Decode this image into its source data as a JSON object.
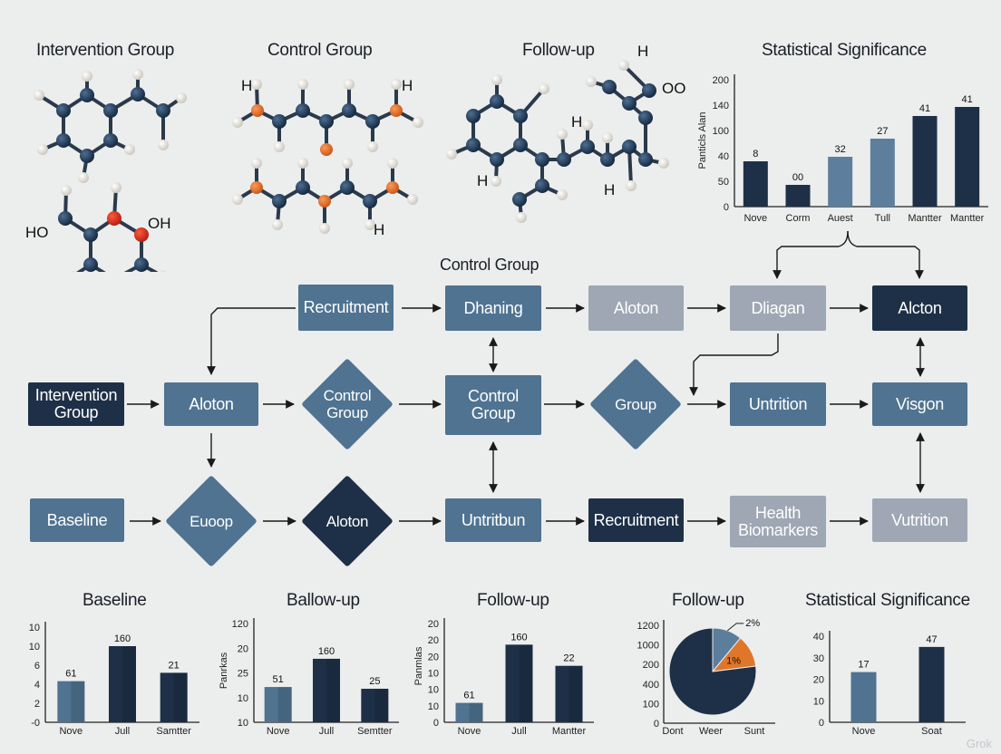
{
  "molecules": {
    "intervention": {
      "title": "Intervention Group",
      "ho_left": "HO",
      "oh_right": "OH"
    },
    "control": {
      "title": "Control Group",
      "h_top": "H",
      "h_top_right": "H",
      "h_bottom": "H"
    },
    "followup": {
      "title": "Follow-up",
      "h_top": "H",
      "oo": "OO",
      "h_mid": "H",
      "h_left": "H",
      "h_bottom": "H"
    }
  },
  "flow": {
    "title": "Control Group",
    "nodes": {
      "recruitment_top": "Recruitment",
      "dhaning": "Dhaning",
      "aloton_top": "Aloton",
      "dliagan": "Dliagan",
      "aloton_dark": "Alcton",
      "intervention_group": "Intervention Group",
      "aloton_mid": "Aloton",
      "control_group_diamond": "Control Group",
      "control_group_box": "Control Group",
      "group_diamond": "Group",
      "untrition": "Untrition",
      "visgon": "Visgon",
      "baseline": "Baseline",
      "euoop": "Euoop",
      "aloton_diamond": "Aloton",
      "untritbun": "Untritbun",
      "recruitment_bottom": "Recruitment",
      "health_biomarkers": "Health Biomarkers",
      "vutrition": "Vutrition"
    }
  },
  "colors": {
    "dark": "#1e3047",
    "mid": "#4f7391",
    "light": "#9ea7b3",
    "orange": "#e0762a"
  },
  "chart_data": [
    {
      "type": "bar",
      "title": "Statistical Significance",
      "ylabel": "Panticls Alan",
      "categories": [
        "Nove",
        "Corm",
        "Auest",
        "Tull",
        "Mantter",
        "Mantter"
      ],
      "values": [
        50,
        24,
        55,
        75,
        100,
        110
      ],
      "labels": [
        "8",
        "00",
        "32",
        "27",
        "41",
        "41"
      ],
      "yticks": [
        "0",
        "50",
        "40",
        "100",
        "140",
        "200"
      ],
      "ylim": [
        0,
        140
      ]
    },
    {
      "type": "bar",
      "title": "Baseline",
      "categories": [
        "Nove",
        "Jull",
        "Samtter"
      ],
      "values": [
        5.4,
        10,
        6.5
      ],
      "labels": [
        "61",
        "160",
        "21"
      ],
      "yticks": [
        "-0",
        "2",
        "4",
        "6",
        "10",
        "10"
      ],
      "ylim": [
        0,
        12.5
      ]
    },
    {
      "type": "bar",
      "title": "Ballow-up",
      "ylabel": "Panrkas",
      "categories": [
        "Nove",
        "Jull",
        "Semtter"
      ],
      "values": [
        10,
        18,
        9.5
      ],
      "labels": [
        "51",
        "160",
        "25"
      ],
      "yticks": [
        "10",
        "10",
        "25",
        "20",
        "120"
      ],
      "ylim": [
        0,
        28
      ]
    },
    {
      "type": "bar",
      "title": "Follow-up",
      "ylabel": "Panmlas",
      "categories": [
        "Nove",
        "Jull",
        "Mantter"
      ],
      "values": [
        5.5,
        22,
        16
      ],
      "labels": [
        "61",
        "160",
        "22"
      ],
      "yticks": [
        "0",
        "10",
        "10",
        "10",
        "20",
        "20",
        "20"
      ],
      "ylim": [
        0,
        28
      ]
    },
    {
      "type": "pie",
      "title": "Follow-up",
      "slices": [
        {
          "label": "",
          "value": 77,
          "color": "#1e3047"
        },
        {
          "label": "1%",
          "value": 12,
          "color": "#e0762a"
        },
        {
          "label": "2%",
          "value": 11,
          "color": "#5a7e9c"
        }
      ],
      "yticks": [
        "0",
        "100",
        "400",
        "200",
        "1000",
        "1200"
      ],
      "xlabels": [
        "Dont",
        "Weer",
        "Sunt"
      ]
    },
    {
      "type": "bar",
      "title": "Statistical Significance",
      "categories": [
        "Nove",
        "Soat"
      ],
      "values": [
        28,
        42
      ],
      "labels": [
        "17",
        "47"
      ],
      "yticks": [
        "0",
        "10",
        "20",
        "30",
        "40"
      ],
      "ylim": [
        0,
        48
      ]
    }
  ],
  "watermark": "Grok"
}
